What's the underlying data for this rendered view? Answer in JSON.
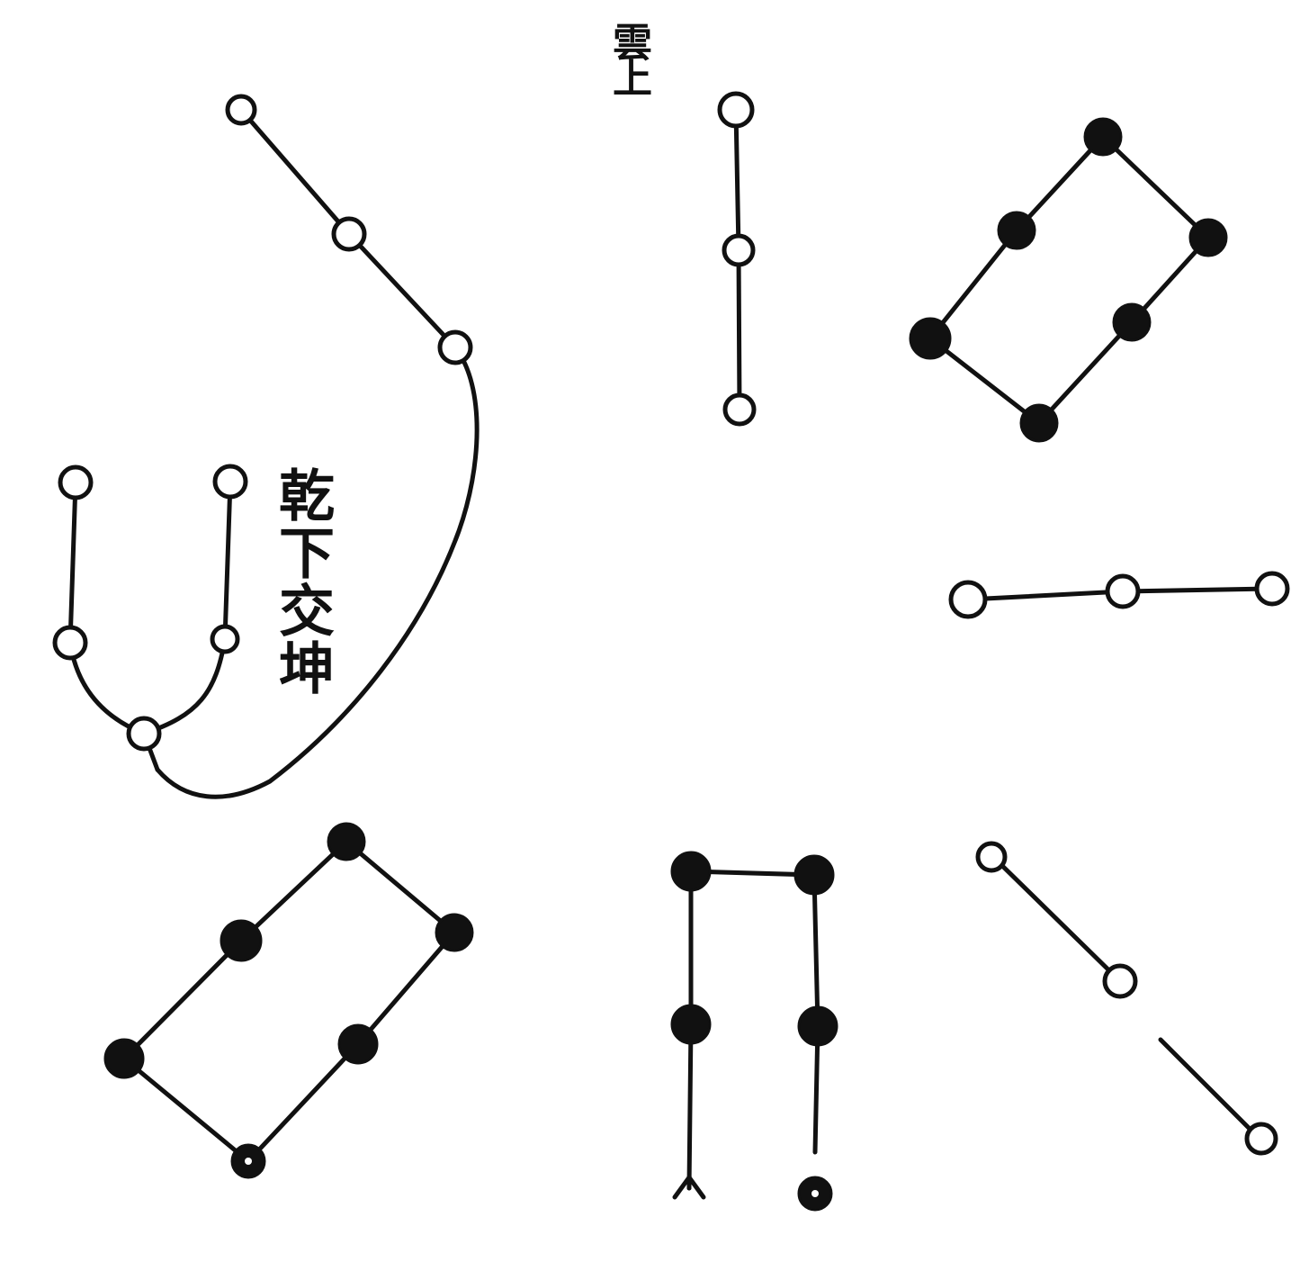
{
  "labels": {
    "top": "雲上",
    "side": "乾下交坤"
  },
  "colors": {
    "ink": "#111111",
    "paper": "#ffffff"
  },
  "groups": [
    {
      "name": "group-upper-left-curve",
      "node_fill": "open",
      "nodes": 3
    },
    {
      "name": "group-left-fork",
      "node_fill": "open",
      "nodes": 5
    },
    {
      "name": "group-top-vertical",
      "node_fill": "open",
      "nodes": 3
    },
    {
      "name": "group-upper-right-rectangle",
      "node_fill": "filled",
      "nodes": 6
    },
    {
      "name": "group-right-horizontal",
      "node_fill": "open",
      "nodes": 3
    },
    {
      "name": "group-lower-right-diagonal",
      "node_fill": "open",
      "nodes": 3
    },
    {
      "name": "group-bottom-middle-pi",
      "node_fill": "filled",
      "nodes": 6
    },
    {
      "name": "group-lower-left-rectangle",
      "node_fill": "filled",
      "nodes": 6
    }
  ]
}
